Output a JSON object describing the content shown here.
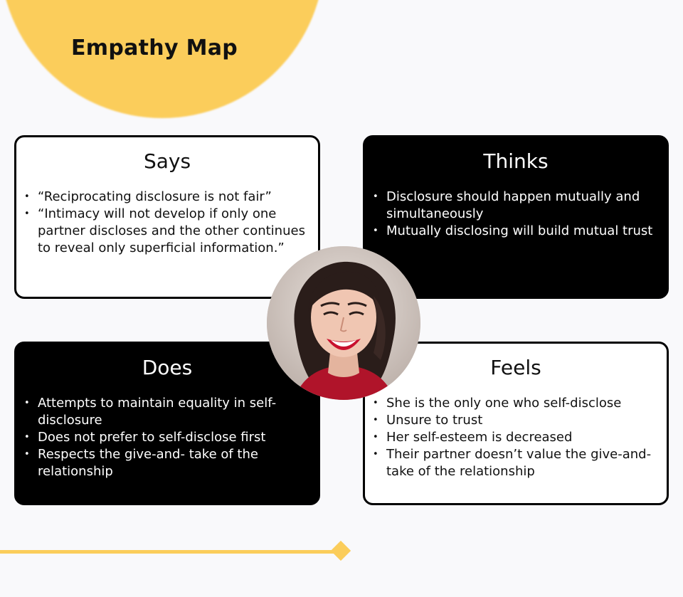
{
  "title": "Empathy Map",
  "colors": {
    "accent": "#fbcd5b",
    "dark_card": "#000000",
    "light_card": "#ffffff"
  },
  "quadrants": {
    "says": {
      "heading": "Says",
      "items": [
        "“Reciprocating disclosure is not fair”",
        "“Intimacy will not develop if only one partner discloses and the other continues to reveal only superficial information.”"
      ]
    },
    "thinks": {
      "heading": "Thinks",
      "items": [
        "Disclosure should happen mutually and simultaneously",
        "Mutually disclosing will build mutual trust"
      ]
    },
    "does": {
      "heading": "Does",
      "items": [
        "Attempts to maintain equality in self-disclosure",
        "Does not prefer to self-disclose first",
        "Respects the give-and- take of the relationship"
      ]
    },
    "feels": {
      "heading": "Feels",
      "items": [
        "She is the only one who self-disclose",
        "Unsure to trust",
        "Her self-esteem is decreased",
        "Their partner doesn’t value the give-and-take of the relationship"
      ]
    }
  },
  "avatar_icon": "smiling-woman-photo"
}
